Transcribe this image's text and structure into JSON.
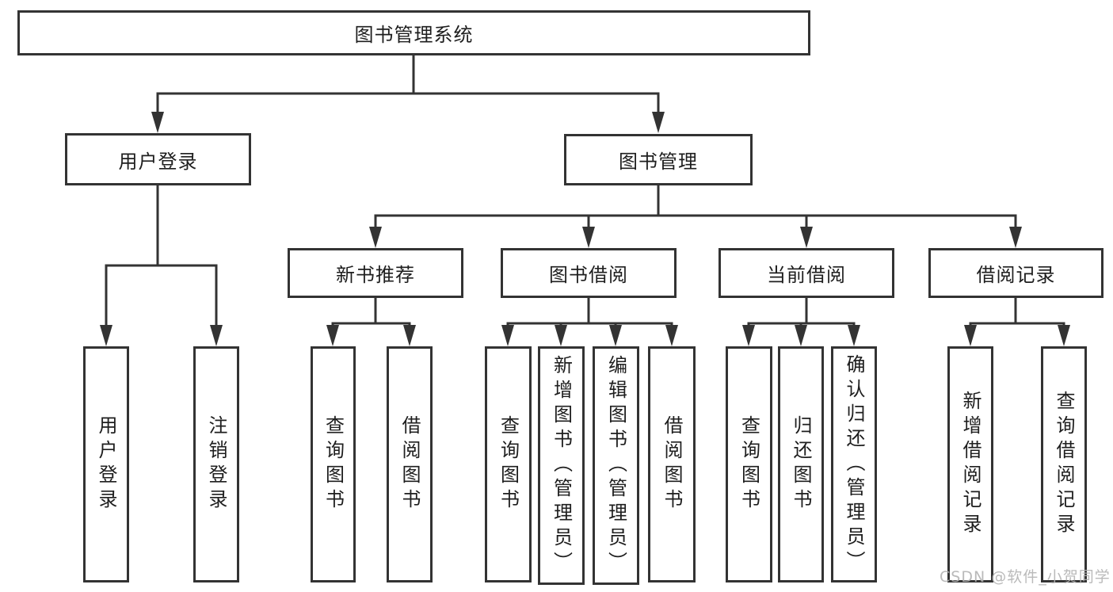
{
  "tree": {
    "root": {
      "label": "图书管理系统",
      "children": [
        {
          "label": "用户登录",
          "children": [
            {
              "label": "用户登录"
            },
            {
              "label": "注销登录"
            }
          ]
        },
        {
          "label": "图书管理",
          "children": [
            {
              "label": "新书推荐",
              "children": [
                {
                  "label": "查询图书"
                },
                {
                  "label": "借阅图书"
                }
              ]
            },
            {
              "label": "图书借阅",
              "children": [
                {
                  "label": "查询图书"
                },
                {
                  "label": "新增图书（管理员）"
                },
                {
                  "label": "编辑图书（管理员）"
                },
                {
                  "label": "借阅图书"
                }
              ]
            },
            {
              "label": "当前借阅",
              "children": [
                {
                  "label": "查询图书"
                },
                {
                  "label": "归还图书"
                },
                {
                  "label": "确认归还（管理员）"
                }
              ]
            },
            {
              "label": "借阅记录",
              "children": [
                {
                  "label": "新增借阅记录"
                },
                {
                  "label": "查询借阅记录"
                }
              ]
            }
          ]
        }
      ]
    }
  },
  "watermark": {
    "text": "CSDN @软件_小贺同学",
    "color": "#b2b2b2"
  },
  "colors": {
    "line": "#333333",
    "box_border": "#333333",
    "text": "#1e1e1e",
    "background": "#ffffff"
  }
}
